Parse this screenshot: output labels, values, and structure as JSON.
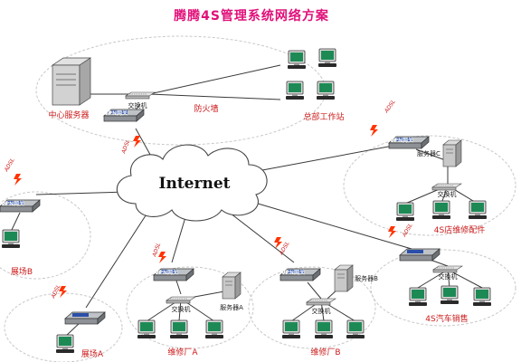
{
  "title": "腾腾4S管理系统网络方案",
  "internet_label": "Internet",
  "labels": {
    "center_server": "中心服务器",
    "switch": "交换机",
    "firewall": "防火墙",
    "hq_workstation": "总部工作站",
    "server_c": "服务器C",
    "parts_dept": "4S店维修配件",
    "sales": "4S汽车销售",
    "server_b": "服务器B",
    "server_a": "服务器A",
    "repair_a": "维修厂A",
    "repair_b": "维修厂B",
    "showroom_a": "展场A",
    "showroom_b": "展场B",
    "adsl": "ADSL",
    "vpn": "VPN网关"
  },
  "colors": {
    "title": "#e0107a",
    "label": "#cc1b1b",
    "line": "#3a3a3a",
    "ellipse": "#c8c8c8",
    "lightning": "#ff3300"
  }
}
